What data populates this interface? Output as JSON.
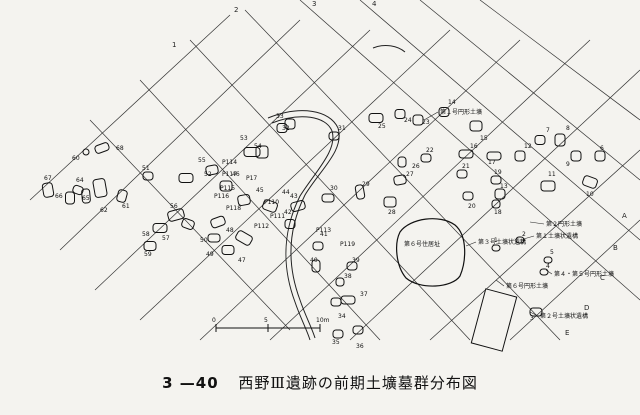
{
  "caption": {
    "number": "3 —40",
    "title": "西野Ⅲ遺跡の前期土壙墓群分布図"
  },
  "annotations": [
    "第１号円形土壙",
    "第２円形土壙",
    "第１土壙状遺構",
    "第３号土壙状遺構",
    "第４・第５号円形土壙",
    "第６号円形土壙",
    "第２号土壙状遺構",
    "第６号住居址"
  ],
  "grid_labels": [
    "A",
    "B",
    "C",
    "D",
    "E",
    "1",
    "2",
    "3",
    "4"
  ],
  "pit_labels": [
    "67",
    "66",
    "64",
    "65",
    "62",
    "61",
    "68",
    "60",
    "58",
    "59",
    "57",
    "56",
    "50",
    "49",
    "48",
    "47",
    "53",
    "54",
    "55",
    "51",
    "52",
    "46",
    "45",
    "44",
    "43",
    "42",
    "41",
    "40",
    "39",
    "38",
    "37",
    "36",
    "35",
    "34",
    "33",
    "32",
    "31",
    "30",
    "29",
    "28",
    "27",
    "26",
    "25",
    "24",
    "23",
    "22",
    "21",
    "20",
    "19",
    "18",
    "17",
    "16",
    "15",
    "14",
    "13",
    "12",
    "11",
    "10",
    "9",
    "8",
    "7",
    "6",
    "5",
    "4",
    "3",
    "2",
    "1"
  ],
  "pit_marks": [
    "P114",
    "P117",
    "P115",
    "P116",
    "P118",
    "P110",
    "P111",
    "P112",
    "P113",
    "P119",
    "P17"
  ],
  "scale_labels": [
    "0",
    "5",
    "10m"
  ]
}
